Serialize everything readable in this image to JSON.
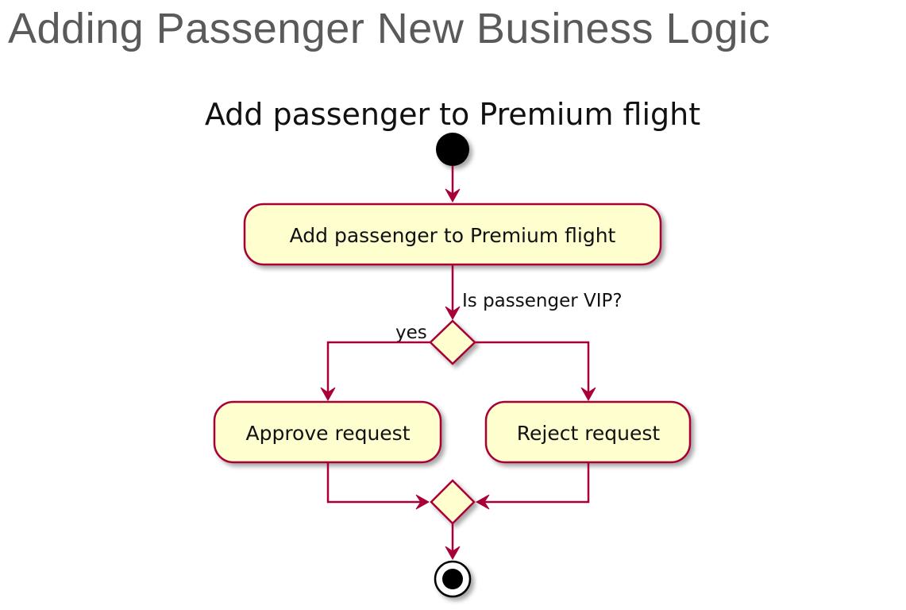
{
  "slide": {
    "title": "Adding Passenger New Business Logic"
  },
  "diagram": {
    "title": "Add passenger to Premium flight",
    "colors": {
      "node_fill": "#fefecf",
      "border": "#a80036",
      "start_end": "#000000",
      "title_text": "#5a5a5a"
    },
    "nodes": {
      "add_passenger": "Add passenger to Premium flight",
      "approve": "Approve request",
      "reject": "Reject request"
    },
    "decision": {
      "question": "Is passenger VIP?",
      "yes_label": "yes"
    }
  }
}
